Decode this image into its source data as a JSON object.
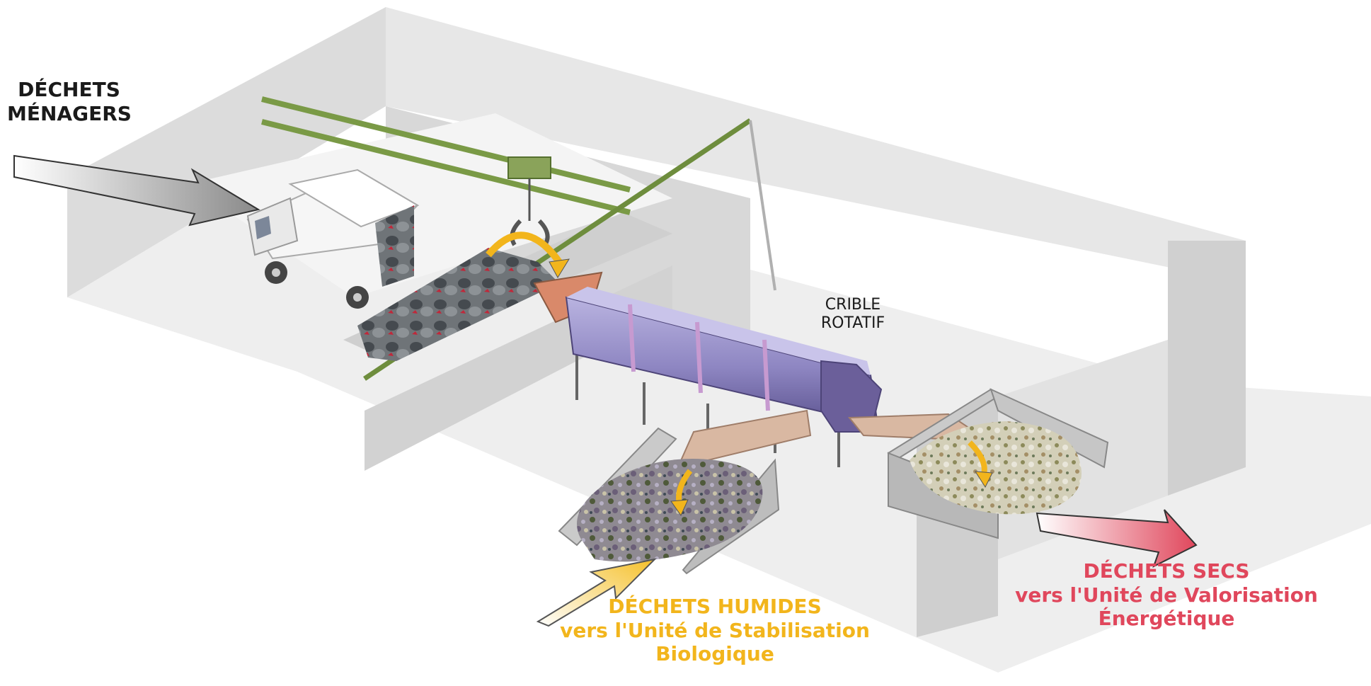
{
  "labels": {
    "input": {
      "line1": "DÉCHETS",
      "line2": "MÉNAGERS"
    },
    "screen": {
      "line1": "CRIBLE",
      "line2": "ROTATIF"
    },
    "wet": {
      "line1": "DÉCHETS HUMIDES",
      "line2": "vers l'Unité de Stabilisation",
      "line3": "Biologique"
    },
    "dry": {
      "line1": "DÉCHETS SECS",
      "line2": "vers l'Unité de Valorisation",
      "line3": "Énergétique"
    }
  },
  "colors": {
    "wet_accent": "#f2b51c",
    "dry_accent": "#e0475c",
    "input_arrow": "#9a9a9a",
    "walls": "#d4d4d4",
    "floor": "#ececec",
    "drum": "#8e86c2",
    "crane": "#7a9a46",
    "chute": "#d9b8a2"
  }
}
